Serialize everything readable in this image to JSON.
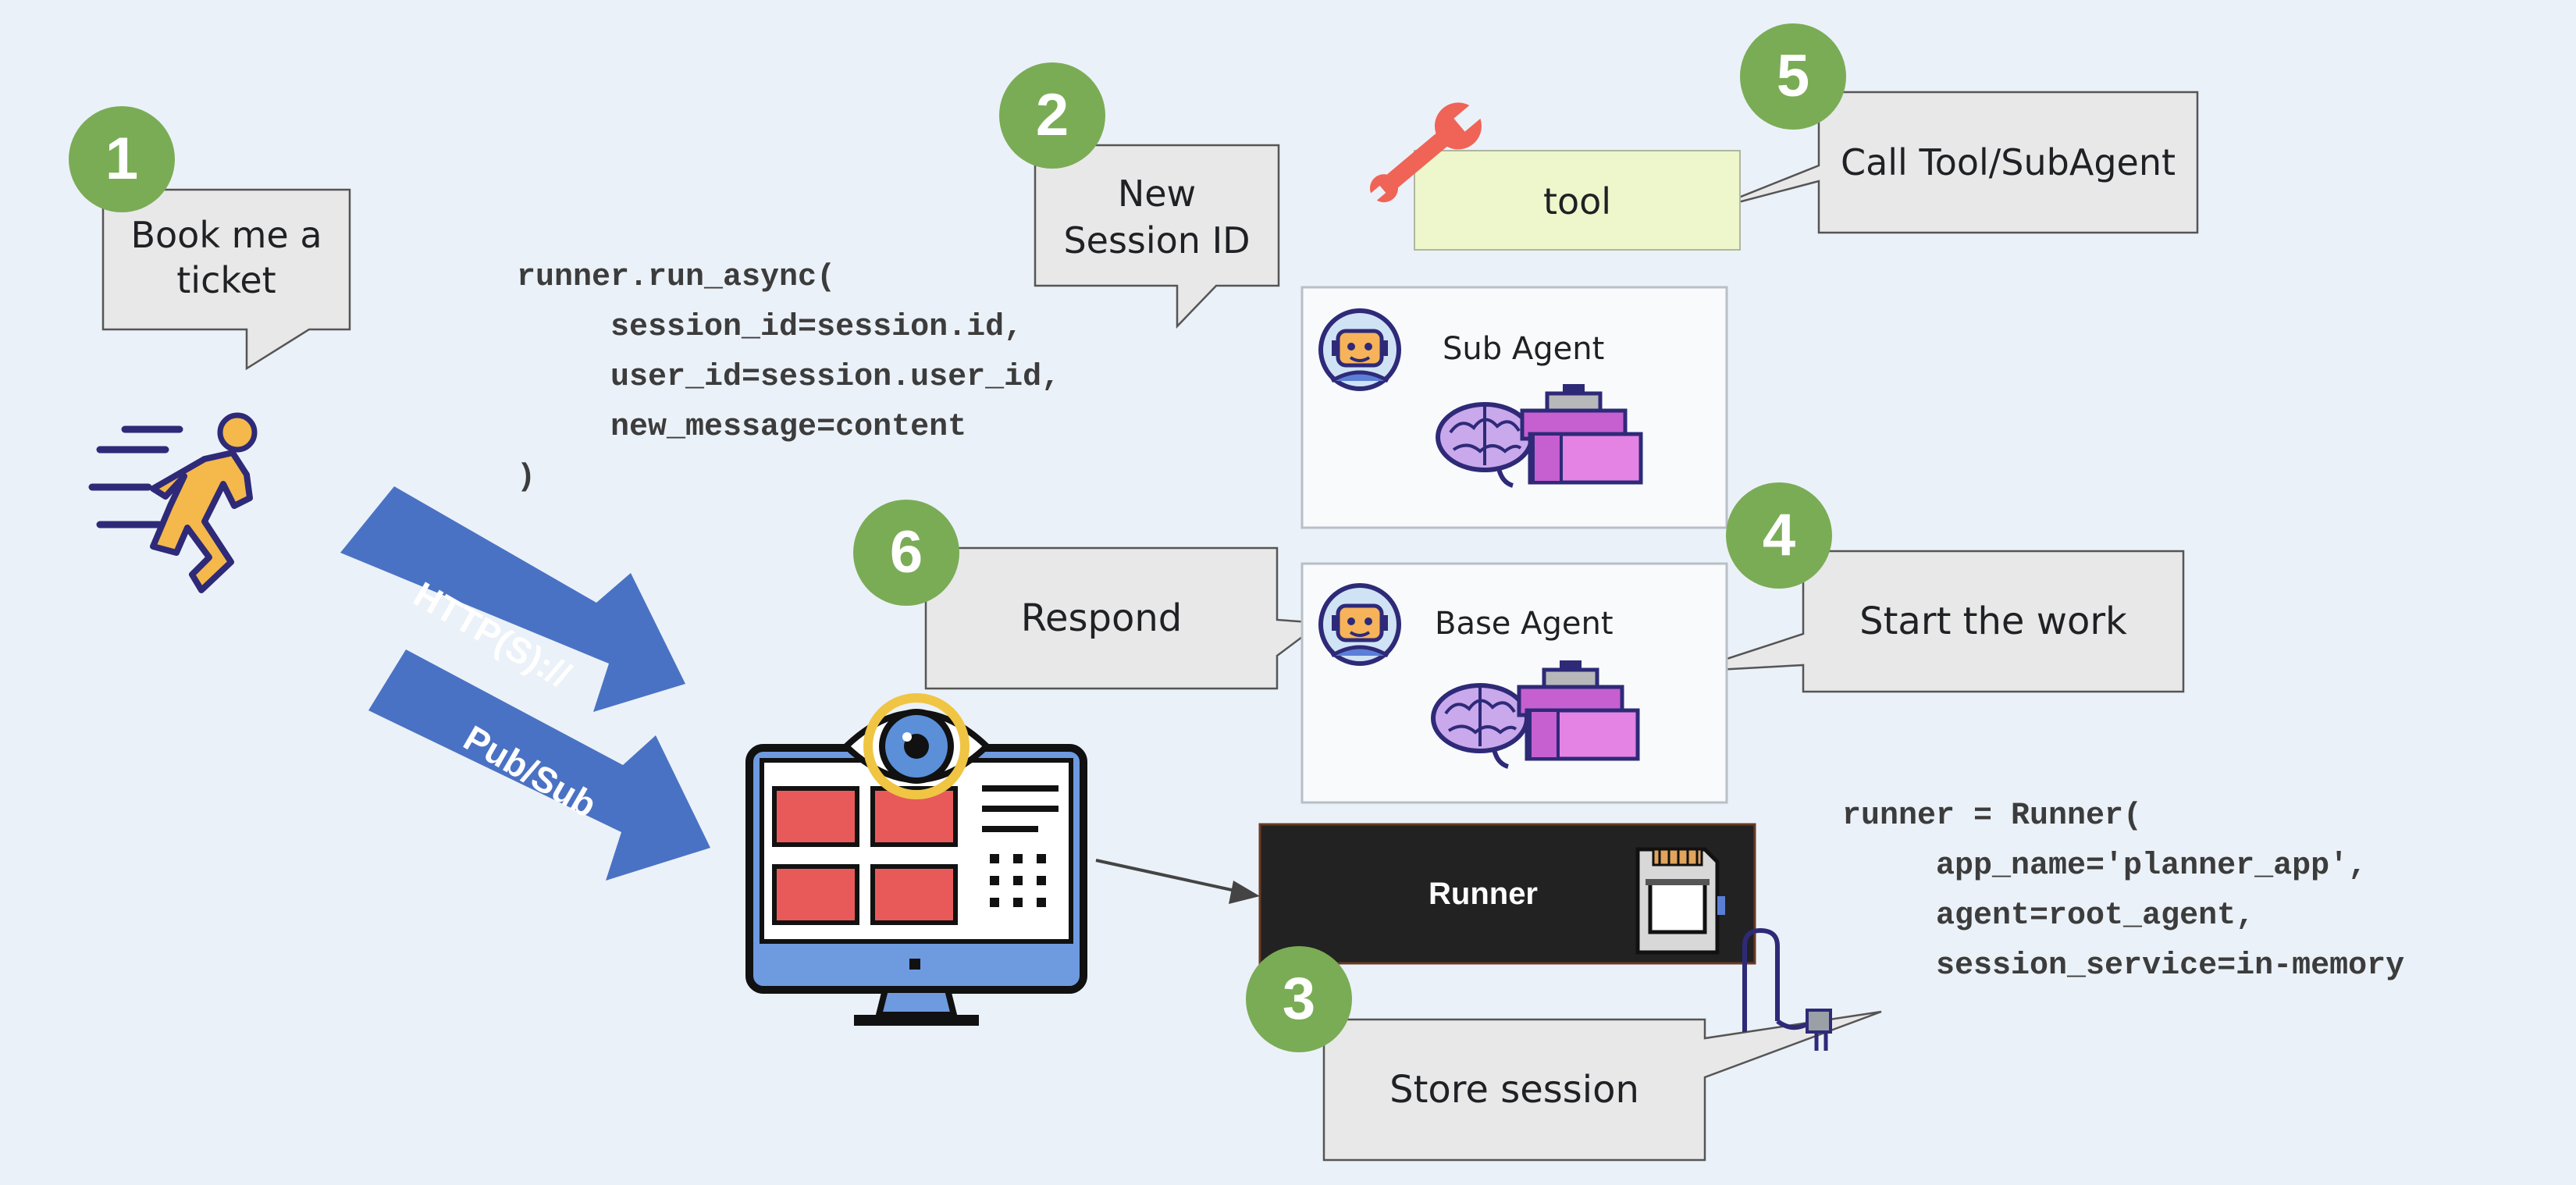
{
  "steps": [
    "1",
    "2",
    "3",
    "4",
    "5",
    "6"
  ],
  "callouts": {
    "book_ticket": "Book me a\nticket",
    "new_session": "New\nSession ID",
    "call_tool": "Call Tool/SubAgent",
    "start_work": "Start the work",
    "respond": "Respond",
    "store_session": "Store session"
  },
  "tool_label": "tool",
  "sub_agent_label": "Sub Agent",
  "base_agent_label": "Base Agent",
  "runner_label": "Runner",
  "transports": [
    "HTTP(S)://",
    "Pub/Sub"
  ],
  "code_run": "runner.run_async(\n     session_id=session.id,\n     user_id=session.user_id,\n     new_message=content\n)",
  "code_runner": "runner = Runner(\n     app_name='planner_app',\n     agent=root_agent,\n     session_service=in-memory",
  "colors": {
    "background": "#ebf1f8",
    "step_badge": "#7aac56",
    "callout_fill": "#e8e8e8",
    "callout_stroke": "#555555",
    "tool_fill": "#eef7cc",
    "arrow_blue": "#4a72c4",
    "runner_fill": "#222222",
    "monitor_red": "#e85a5a",
    "monitor_blue": "#6e9ae0",
    "toolbox_pink": "#e483e4",
    "brain_purple": "#c9a8ec"
  }
}
